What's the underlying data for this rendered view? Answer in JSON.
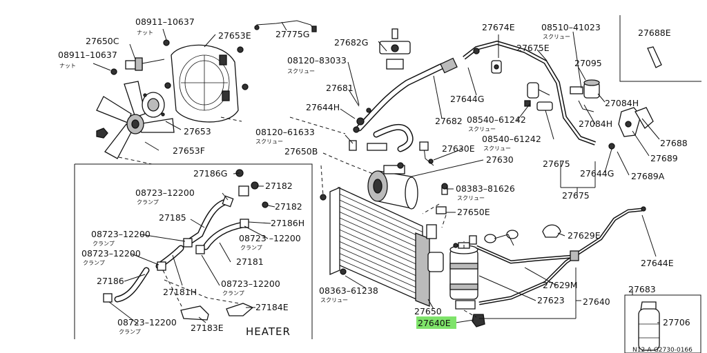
{
  "labels": {
    "p08911_10637_top": "08911–10637",
    "p27650C": "27650C",
    "p08911_10637_left": "08911–10637",
    "p27653E": "27653E",
    "p27775G": "27775G",
    "p27653": "27653",
    "p27653F": "27653F",
    "p27682G": "27682G",
    "p08120_83033": "08120–83033",
    "p27681": "27681",
    "p27644H": "27644H",
    "p08120_61633": "08120–61633",
    "p27650B": "27650B",
    "p27674E": "27674E",
    "p08510_41023": "08510–41023",
    "p27688E": "27688E",
    "p27675E": "27675E",
    "p27095": "27095",
    "p27644G_top": "27644G",
    "p27682": "27682",
    "p08540_61242_a": "08540–61242",
    "p08540_61242_b": "08540–61242",
    "p27084H_a": "27084H",
    "p27084H_b": "27084H",
    "p27688": "27688",
    "p27689": "27689",
    "p27630E": "27630E",
    "p27630": "27630",
    "p27675": "27675",
    "p27644G_mid": "27644G",
    "p27689A": "27689A",
    "p27675_b": "27675",
    "p27186G": "27186G",
    "p27182_a": "27182",
    "p08723_12200_a": "08723–12200",
    "p27182_b": "27182",
    "p27185": "27185",
    "p27186H": "27186H",
    "p08723_12200_b": "08723–12200",
    "p08723_12200_c": "08723 –12200",
    "p08723_12200_d": "08723–12200",
    "p27181": "27181",
    "p27186": "27186",
    "p27181H": "27181H",
    "p08723_12200_e": "08723–12200",
    "p08723_12200_f": "08723–12200",
    "p27184E": "27184E",
    "p27183E": "27183E",
    "heater": "HEATER",
    "p08383_81626": "08383–81626",
    "p27650E": "27650E",
    "p27629E": "27629E",
    "p27644E": "27644E",
    "p08363_61238": "08363–61238",
    "p27629M": "27629M",
    "p27683": "27683",
    "p27623": "27623",
    "p27640": "27640",
    "p27650": "27650",
    "p27640E": "27640E",
    "p27706": "27706",
    "diagram_code": "N12‑A‑G2730‑0166"
  },
  "subs": {
    "nut": "ナット",
    "screw": "スクリュー",
    "clamp": "クランプ"
  },
  "highlight_color": "#7ee36a"
}
